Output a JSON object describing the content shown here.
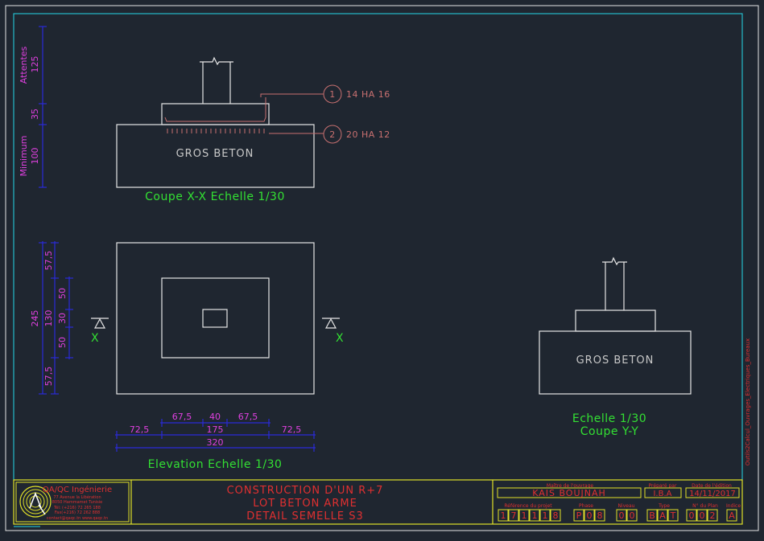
{
  "drawing": {
    "section_xx": {
      "caption": "Coupe X-X Echelle 1/30",
      "label": "GROS BETON"
    },
    "section_yy": {
      "caption_line1": "Echelle 1/30",
      "caption_line2": "Coupe Y-Y",
      "label": "GROS BETON"
    },
    "elevation": {
      "caption": "Elevation Echelle 1/30",
      "section_mark_left": "X",
      "section_mark_right": "X"
    },
    "rebars": [
      {
        "number": "1",
        "spec": "14 HA 16"
      },
      {
        "number": "2",
        "spec": "20 HA 12"
      }
    ],
    "vertical_dims_top": {
      "attentes_label": "Attentes",
      "minimum_label": "Minimum",
      "values": [
        "125",
        "35",
        "100"
      ]
    },
    "vertical_dims_elev": {
      "outer": [
        "57,5",
        "130",
        "57,5"
      ],
      "total": "245",
      "inner": [
        "50",
        "30",
        "50"
      ]
    },
    "horizontal_dims_elev": {
      "row1": [
        "67,5",
        "40",
        "67,5"
      ],
      "row2": [
        "72,5",
        "175",
        "72,5"
      ],
      "total": "320"
    },
    "side_note": "Outils2Calcul_Ouvrages_Electriques_Bureaux"
  },
  "title_block": {
    "company": {
      "name": "QA/QC Ingénierie",
      "address1": "77 Avenue la Libération",
      "address2": "8050 Hammamet Tunisie",
      "phone": "Tél: (+216) 72 265 188",
      "fax": "Fax(+216) 72 262 888",
      "email": "contact@qaqc.tn  www.qaqc.tn"
    },
    "project_title": [
      "CONSTRUCTION D'UN R+7",
      "LOT BETON ARME",
      "DETAIL SEMELLE S3"
    ],
    "maitre_label": "Maître de l'ouvrage",
    "maitre_value": "KAIS BOUJNAH",
    "prepare_label": "Préparé par",
    "prepare_value": "I.B.A",
    "date_label": "Date de l'édition",
    "date_value": "14/11/2017",
    "ref_label": "Référence du projet",
    "ref_cells": [
      "1",
      "7",
      "1",
      "1",
      "1",
      "8"
    ],
    "phase_label": "Phase",
    "phase_cells": [
      "P",
      "0",
      "8"
    ],
    "niveau_label": "Niveau",
    "niveau_cells": [
      "0",
      "0"
    ],
    "type_label": "Type",
    "type_cells": [
      "B",
      "A",
      "T"
    ],
    "plan_label": "N° du Plan",
    "plan_cells": [
      "0",
      "0",
      "2"
    ],
    "indice_label": "Indice",
    "indice_cells": [
      "A"
    ]
  }
}
